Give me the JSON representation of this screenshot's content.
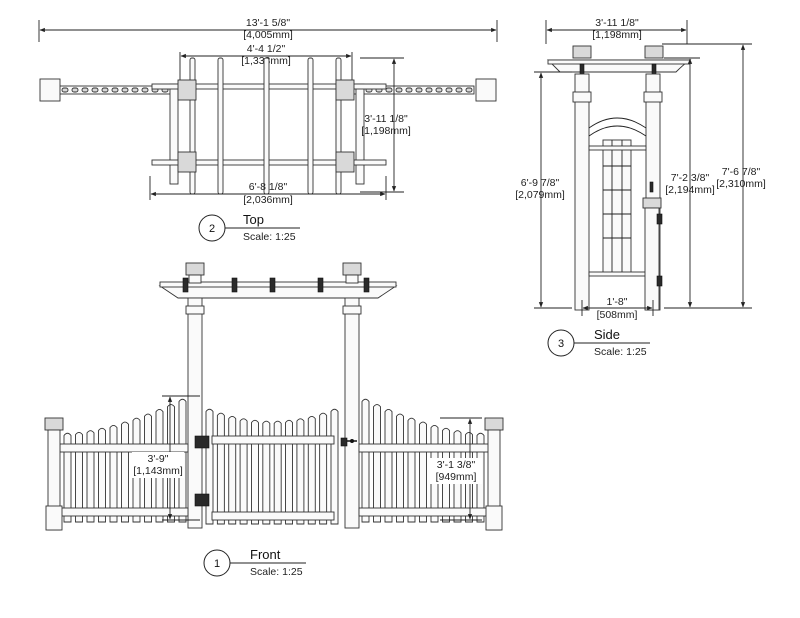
{
  "views": {
    "top": {
      "number": "2",
      "title": "Top",
      "scale": "Scale: 1:25",
      "dim_overall_ft": "13'-1 5/8\"",
      "dim_overall_mm": "[4,005mm]",
      "dim_gate_ft": "4'-4 1/2\"",
      "dim_gate_mm": "[1,333mm]",
      "dim_depth_ft": "3'-11 1/8\"",
      "dim_depth_mm": "[1,198mm]",
      "dim_rafter_ft": "6'-8 1/8\"",
      "dim_rafter_mm": "[2,036mm]"
    },
    "side": {
      "number": "3",
      "title": "Side",
      "scale": "Scale: 1:25",
      "dim_width_ft": "3'-11 1/8\"",
      "dim_width_mm": "[1,198mm]",
      "dim_post_ft": "6'-9 7/8\"",
      "dim_post_mm": "[2,079mm]",
      "dim_mid_ft": "7'-2 3/8\"",
      "dim_mid_mm": "[2,194mm]",
      "dim_total_ft": "7'-6 7/8\"",
      "dim_total_mm": "[2,310mm]",
      "dim_base_ft": "1'-8\"",
      "dim_base_mm": "[508mm]"
    },
    "front": {
      "number": "1",
      "title": "Front",
      "scale": "Scale: 1:25",
      "dim_arch_ft": "3'-9\"",
      "dim_arch_mm": "[1,143mm]",
      "dim_fence_ft": "3'-1 3/8\"",
      "dim_fence_mm": "[949mm]"
    }
  }
}
